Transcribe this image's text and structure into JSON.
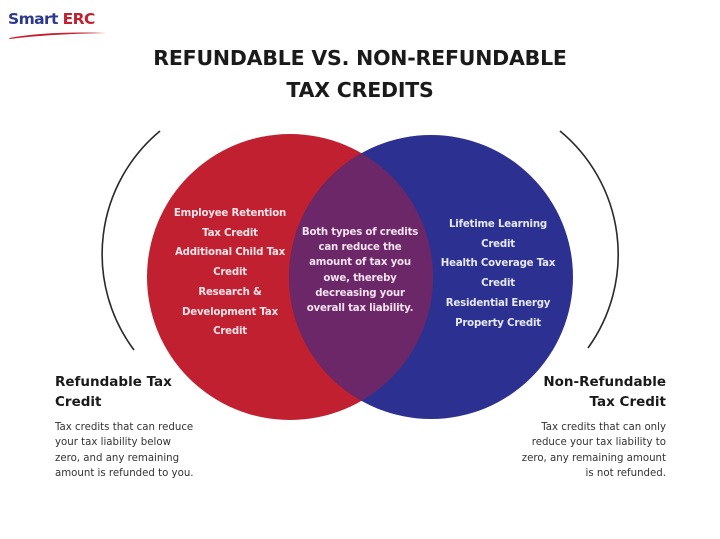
{
  "logo": {
    "brand_first": "Smart",
    "brand_second": "ERC",
    "colors": {
      "primary": "#2d3a8c",
      "accent": "#c41f2e"
    }
  },
  "title": {
    "line1": "REFUNDABLE VS. NON-REFUNDABLE",
    "line2": "TAX CREDITS"
  },
  "venn": {
    "colors": {
      "left": "#c0202f",
      "right": "#2c3191",
      "overlap": "#6b2767"
    },
    "left_items": [
      "Employee Retention",
      "Tax Credit",
      "Additional Child Tax",
      "Credit",
      "Research &",
      "Development Tax",
      "Credit"
    ],
    "overlap_text": [
      "Both types of credits",
      "can reduce the",
      "amount of tax you",
      "owe, thereby",
      "decreasing your",
      "overall tax liability."
    ],
    "right_items": [
      "Lifetime Learning",
      "Credit",
      "Health Coverage Tax",
      "Credit",
      "Residential Energy",
      "Property Credit"
    ]
  },
  "left_panel": {
    "title_lines": [
      "Refundable Tax",
      "Credit"
    ],
    "description_lines": [
      "Tax credits that can reduce",
      "your tax liability below",
      "zero, and any remaining",
      "amount is refunded to you."
    ]
  },
  "right_panel": {
    "title_lines": [
      "Non-Refundable",
      "Tax Credit"
    ],
    "description_lines": [
      "Tax credits that can only",
      "reduce your tax liability to",
      "zero, any remaining amount",
      "is not refunded."
    ]
  }
}
